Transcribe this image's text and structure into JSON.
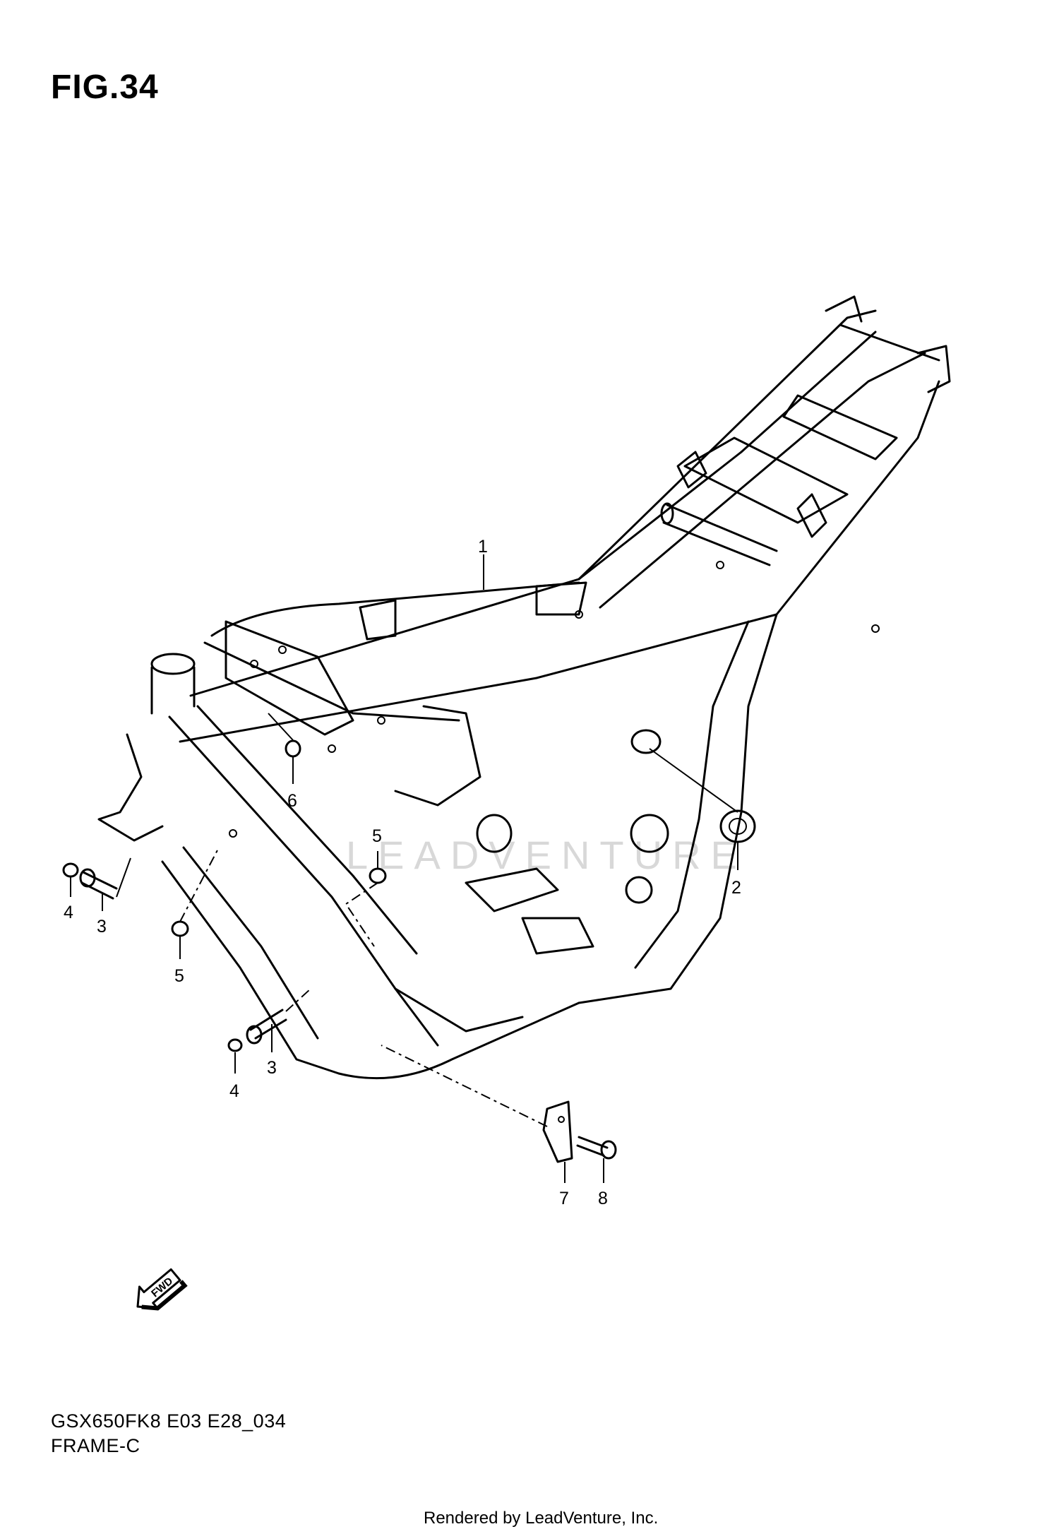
{
  "figure": {
    "title": "FIG.34"
  },
  "callouts": [
    {
      "id": "c1",
      "label": "1"
    },
    {
      "id": "c2",
      "label": "2"
    },
    {
      "id": "c3a",
      "label": "3"
    },
    {
      "id": "c3b",
      "label": "3"
    },
    {
      "id": "c4a",
      "label": "4"
    },
    {
      "id": "c4b",
      "label": "4"
    },
    {
      "id": "c5a",
      "label": "5"
    },
    {
      "id": "c5b",
      "label": "5"
    },
    {
      "id": "c6",
      "label": "6"
    },
    {
      "id": "c7",
      "label": "7"
    },
    {
      "id": "c8",
      "label": "8"
    }
  ],
  "fwd_arrow": {
    "label": "FWD"
  },
  "watermark": {
    "text": "LEADVENTURE"
  },
  "footer": {
    "model_code": "GSX650FK8 E03 E28_034",
    "section_name": "FRAME-C",
    "credit": "Rendered by LeadVenture, Inc."
  }
}
